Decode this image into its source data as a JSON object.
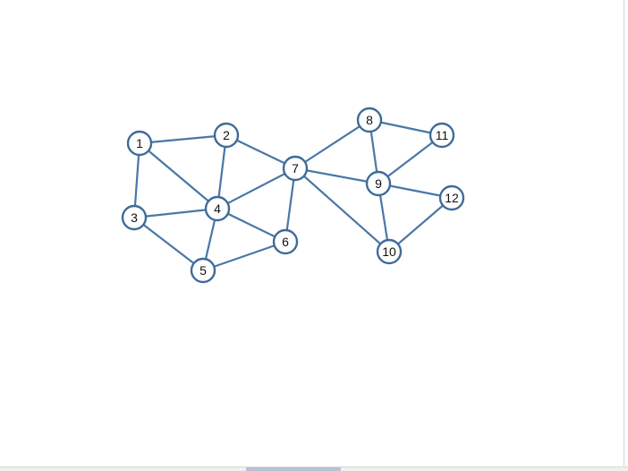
{
  "diagram": {
    "colors": {
      "edge": "#4a77a6",
      "node_stroke": "#3f6b99",
      "node_fill": "#ffffff",
      "background": "#ffffff"
    },
    "nodes": [
      {
        "id": "1",
        "label": "1"
      },
      {
        "id": "2",
        "label": "2"
      },
      {
        "id": "3",
        "label": "3"
      },
      {
        "id": "4",
        "label": "4"
      },
      {
        "id": "5",
        "label": "5"
      },
      {
        "id": "6",
        "label": "6"
      },
      {
        "id": "7",
        "label": "7"
      },
      {
        "id": "8",
        "label": "8"
      },
      {
        "id": "9",
        "label": "9"
      },
      {
        "id": "10",
        "label": "10"
      },
      {
        "id": "11",
        "label": "11"
      },
      {
        "id": "12",
        "label": "12"
      }
    ],
    "edges": [
      [
        "1",
        "2"
      ],
      [
        "1",
        "3"
      ],
      [
        "1",
        "4"
      ],
      [
        "2",
        "4"
      ],
      [
        "2",
        "7"
      ],
      [
        "3",
        "4"
      ],
      [
        "3",
        "5"
      ],
      [
        "4",
        "5"
      ],
      [
        "4",
        "6"
      ],
      [
        "4",
        "7"
      ],
      [
        "5",
        "6"
      ],
      [
        "6",
        "7"
      ],
      [
        "7",
        "8"
      ],
      [
        "7",
        "9"
      ],
      [
        "7",
        "10"
      ],
      [
        "8",
        "9"
      ],
      [
        "8",
        "11"
      ],
      [
        "9",
        "11"
      ],
      [
        "9",
        "10"
      ],
      [
        "9",
        "12"
      ],
      [
        "10",
        "12"
      ]
    ]
  }
}
